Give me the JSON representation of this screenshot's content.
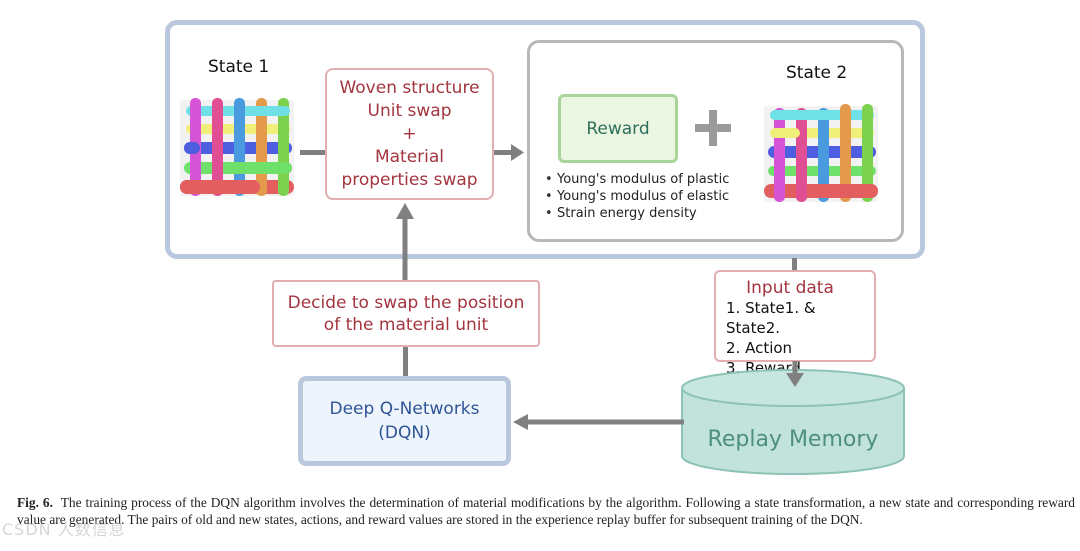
{
  "diagram": {
    "state1": {
      "label": "State 1"
    },
    "state2": {
      "label": "State 2"
    },
    "action_box": {
      "lines": [
        "Woven structure",
        "Unit swap",
        "+",
        "Material",
        "properties swap"
      ]
    },
    "reward": {
      "label": "Reward",
      "plus_symbol": "+",
      "criteria": [
        "Young's modulus of plastic",
        "Young's modulus of elastic",
        "Strain energy density"
      ]
    },
    "decide_box": {
      "lines": [
        "Decide to swap the position",
        "of the material unit"
      ]
    },
    "input_data": {
      "title": "Input data",
      "items": [
        "1. State1. & State2.",
        "2. Action",
        "3. Reward"
      ]
    },
    "replay_memory": {
      "label": "Replay Memory"
    },
    "dqn": {
      "lines": [
        "Deep Q-Networks",
        "(DQN)"
      ]
    },
    "colors": {
      "outer_border": "#b9c8dc",
      "red_text": "#a3353f",
      "red_border": "#e3aeb2",
      "reward_fill": "#eaf5e2",
      "reward_border": "#a8d59a",
      "reward_text": "#2e6f5a",
      "cylinder_fill": "#c2e3dc",
      "cylinder_stroke": "#8cc3b6",
      "cylinder_text": "#4e8f80",
      "dqn_text": "#2f5597",
      "arrow": "#808080"
    }
  },
  "caption": {
    "label": "Fig. 6.",
    "text": "The training process of the DQN algorithm involves the determination of material modifications by the algorithm. Following a state transformation, a new state and corresponding reward value are generated. The pairs of old and new states, actions, and reward values are stored in the experience replay buffer for subsequent training of the DQN."
  },
  "watermark": {
    "text": "CSDN 人数信息"
  }
}
